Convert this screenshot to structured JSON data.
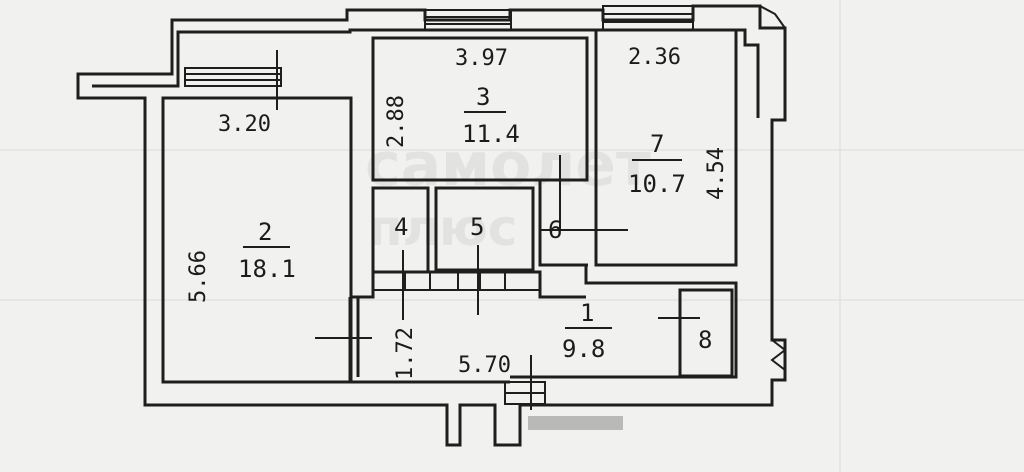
{
  "watermark": {
    "line1": "самолет",
    "line2": "плюс"
  },
  "rooms": [
    {
      "number": "1",
      "area": "9.8"
    },
    {
      "number": "2",
      "area": "18.1"
    },
    {
      "number": "3",
      "area": "11.4"
    },
    {
      "number": "4"
    },
    {
      "number": "5"
    },
    {
      "number": "6"
    },
    {
      "number": "7",
      "area": "10.7"
    },
    {
      "number": "8"
    }
  ],
  "dimensions": {
    "room2_width": "3.20",
    "room2_length": "5.66",
    "room3_width": "3.97",
    "room3_length": "2.88",
    "room7_width": "2.36",
    "room7_length": "4.54",
    "hall_length": "5.70",
    "hall_width": "1.72"
  }
}
